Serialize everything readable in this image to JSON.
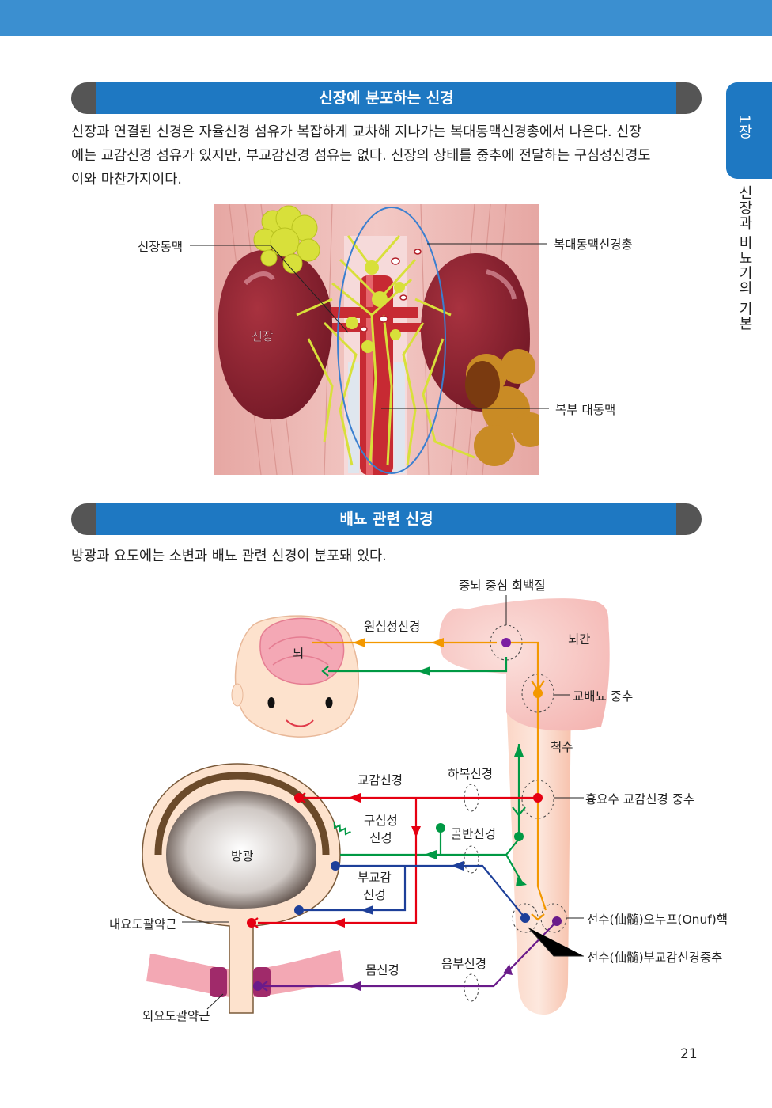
{
  "chapter_tab": {
    "label": "1장",
    "section_title": "신장과 비뇨기의 기본"
  },
  "section1": {
    "title": "신장에 분포하는 신경",
    "paragraph_lines": [
      "신장과 연결된 신경은 자율신경 섬유가 복잡하게 교차해 지나가는 복대동맥신경총에서 나온다. 신장",
      "에는 교감신경 섬유가 있지만, 부교감신경 섬유는 없다. 신장의 상태를 중추에 전달하는 구심성신경도",
      "이와 마찬가지이다."
    ],
    "figure_labels": {
      "renal_artery": "신장동맥",
      "abdominal_plexus": "복대동맥신경총",
      "kidney": "신장",
      "abdominal_aorta": "복부 대동맥"
    }
  },
  "section2": {
    "title": "배뇨 관련 신경",
    "paragraph": "방광과 요도에는 소변과 배뇨 관련 신경이 분포돼 있다.",
    "figure_labels": {
      "midbrain_gray": "중뇌 중심 회백질",
      "efferent": "원심성신경",
      "brainstem": "뇌간",
      "brain": "뇌",
      "pontine_center": "교배뇨 중추",
      "spinal_cord": "척수",
      "sympathetic": "교감신경",
      "hypogastric": "하복신경",
      "thoracolumbar_center": "흉요수 교감신경 중추",
      "afferent": "구심성\n신경",
      "pelvic": "골반신경",
      "bladder": "방광",
      "parasympathetic": "부교감\n신경",
      "internal_sphincter": "내요도괄약근",
      "onuf": "선수(仙髓)오누프(Onuf)핵",
      "sacral_para_center": "선수(仙髓)부교감신경중추",
      "somatic": "몸신경",
      "pudendal": "음부신경",
      "external_sphincter": "외요도괄약근"
    },
    "colors": {
      "efferent": "#f39800",
      "ascending": "#009944",
      "sympathetic": "#e60012",
      "parasympathetic": "#1d3f99",
      "pudendal": "#6a1b8a"
    }
  },
  "page_number": "21"
}
